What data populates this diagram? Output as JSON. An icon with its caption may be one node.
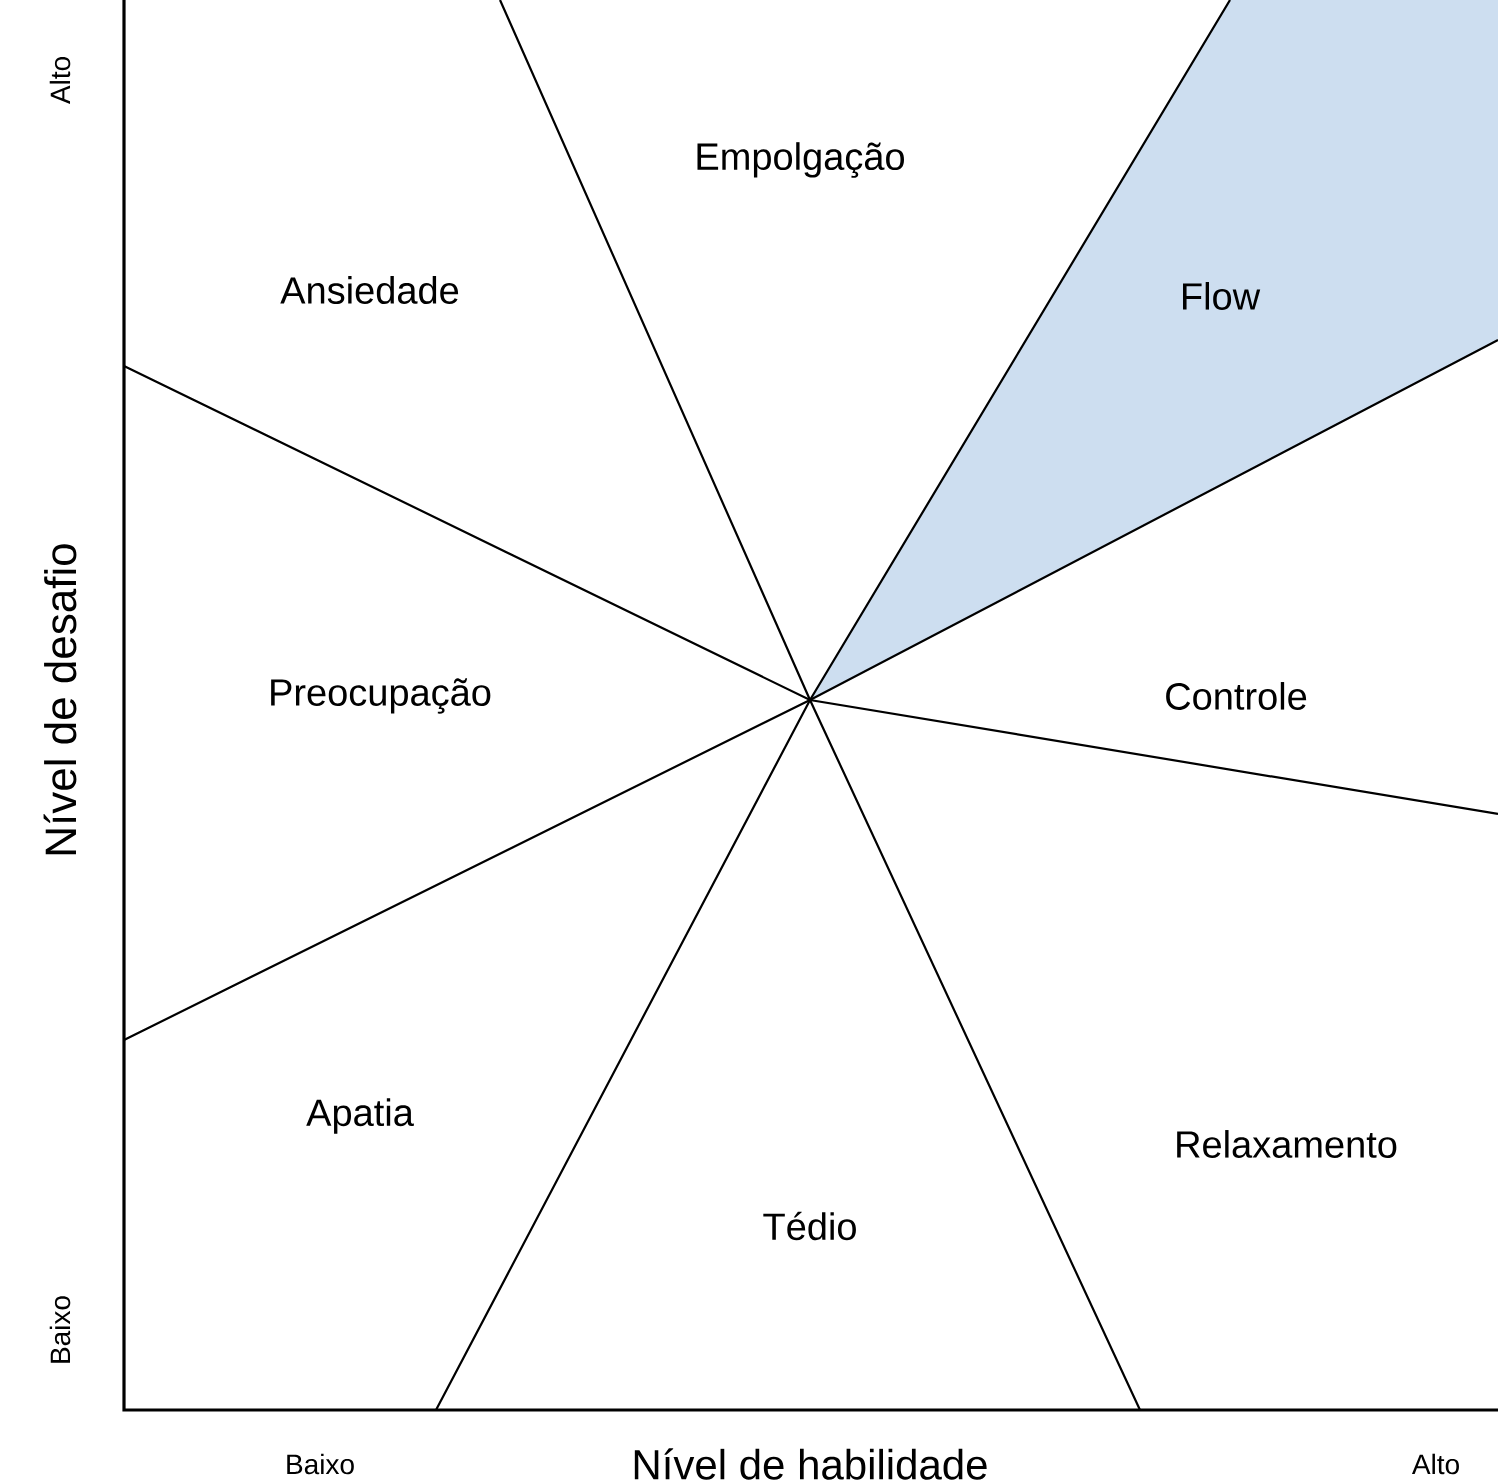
{
  "diagram": {
    "labels": [
      "Alto",
      "Empolgação",
      "Ansiedade",
      "Flow",
      "Nível de desafio",
      "Preocupação",
      "Controle",
      "Apatia",
      "Relaxamento",
      "Tédio",
      "Baixo",
      "Baixo",
      "Nível de habilidade",
      "Alto"
    ]
  }
}
